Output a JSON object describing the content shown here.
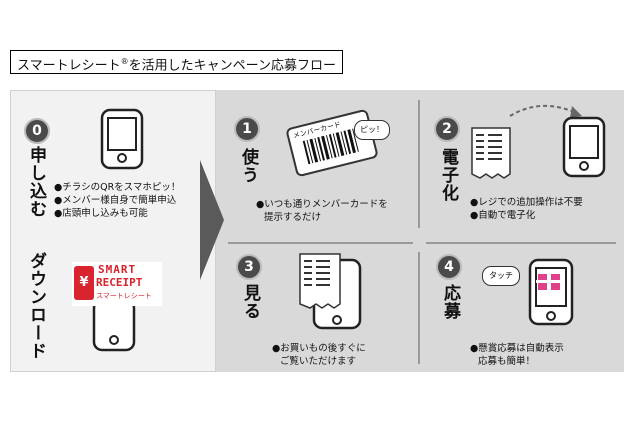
{
  "title": {
    "main": "スマートレシート",
    "reg": "®",
    "rest": "を活用したキャンペーン応募フロー"
  },
  "step0": {
    "number": "0",
    "label": "申し込む",
    "label2": "ダウンロード",
    "bullets": [
      "●チラシのQRをスマホピッ！",
      "●メンバー様自身で簡単申込",
      "●店頭申し込みも可能"
    ],
    "logo": {
      "line1": "SMART",
      "line2": "RECEIPT",
      "line3": "スマートレシート",
      "yen": "¥"
    }
  },
  "step1": {
    "number": "1",
    "label": "使う",
    "bullets": [
      "●いつも通りメンバーカードを",
      "提示するだけ"
    ],
    "card_text": "メンバーカード",
    "bubble": "ピッ！"
  },
  "step2": {
    "number": "2",
    "label": "電子化",
    "bullets": [
      "●レジでの追加操作は不要",
      "●自動で電子化"
    ]
  },
  "step3": {
    "number": "3",
    "label": "見る",
    "bullets": [
      "●お買いもの後すぐに",
      "ご覧いただけます"
    ]
  },
  "step4": {
    "number": "4",
    "label": "応募",
    "bullets": [
      "●懸賞応募は自動表示",
      "応募も簡単！"
    ],
    "bubble": "タッチ"
  },
  "colors": {
    "panel_right": "#d9d9d9",
    "panel_left": "#f2f2f2",
    "badge": "#4a4a4a",
    "logo_red": "#d9232e"
  }
}
